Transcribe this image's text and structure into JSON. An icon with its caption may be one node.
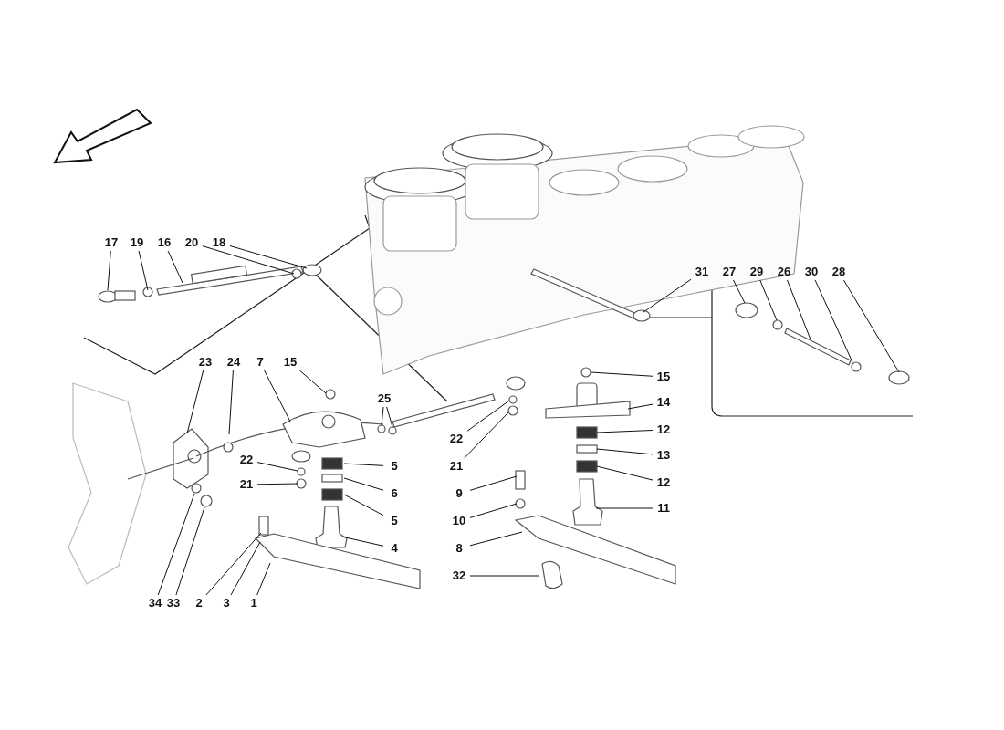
{
  "diagram": {
    "nodes": [
      {
        "text": [
          "17"
        ]
      },
      {
        "text": [
          "19"
        ]
      },
      {
        "text": [
          "16"
        ]
      },
      {
        "text": [
          "20"
        ]
      },
      {
        "text": [
          "18"
        ]
      },
      {
        "text": [
          "23"
        ]
      },
      {
        "text": [
          "24"
        ]
      },
      {
        "text": [
          "7"
        ]
      },
      {
        "text": [
          "15"
        ]
      },
      {
        "text": [
          "25"
        ]
      },
      {
        "text": [
          "22"
        ]
      },
      {
        "text": [
          "21"
        ]
      },
      {
        "text": [
          "5"
        ]
      },
      {
        "text": [
          "6"
        ]
      },
      {
        "text": [
          "5"
        ]
      },
      {
        "text": [
          "4"
        ]
      },
      {
        "text": [
          "34"
        ]
      },
      {
        "text": [
          "33"
        ]
      },
      {
        "text": [
          "2"
        ]
      },
      {
        "text": [
          "3"
        ]
      },
      {
        "text": [
          "1"
        ]
      },
      {
        "text": [
          "22"
        ]
      },
      {
        "text": [
          "21"
        ]
      },
      {
        "text": [
          "9"
        ]
      },
      {
        "text": [
          "10"
        ]
      },
      {
        "text": [
          "8"
        ]
      },
      {
        "text": [
          "32"
        ]
      },
      {
        "text": [
          "15"
        ]
      },
      {
        "text": [
          "14"
        ]
      },
      {
        "text": [
          "12"
        ]
      },
      {
        "text": [
          "13"
        ]
      },
      {
        "text": [
          "12"
        ]
      },
      {
        "text": [
          "11"
        ]
      },
      {
        "text": [
          "31"
        ]
      },
      {
        "text": [
          "27"
        ]
      },
      {
        "text": [
          "29"
        ]
      },
      {
        "text": [
          "26"
        ]
      },
      {
        "text": [
          "30"
        ]
      },
      {
        "text": [
          "28"
        ]
      }
    ],
    "edges": [
      {
        "from": 0,
        "to": null,
        "arrow": "none"
      },
      {
        "from": 1,
        "to": null,
        "arrow": "none"
      },
      {
        "from": 2,
        "to": null,
        "arrow": "none"
      },
      {
        "from": 3,
        "to": null,
        "arrow": "none"
      },
      {
        "from": 4,
        "to": null,
        "arrow": "none"
      },
      {
        "from": 5,
        "to": null,
        "arrow": "none"
      },
      {
        "from": 6,
        "to": null,
        "arrow": "none"
      },
      {
        "from": 7,
        "to": null,
        "arrow": "none"
      },
      {
        "from": 8,
        "to": null,
        "arrow": "none"
      },
      {
        "from": 9,
        "to": null,
        "arrow": "none"
      },
      {
        "from": 9,
        "to": null,
        "arrow": "none"
      },
      {
        "from": 10,
        "to": null,
        "arrow": "none"
      },
      {
        "from": 11,
        "to": null,
        "arrow": "none"
      },
      {
        "from": 12,
        "to": null,
        "arrow": "none"
      },
      {
        "from": 13,
        "to": null,
        "arrow": "none"
      },
      {
        "from": 14,
        "to": null,
        "arrow": "none"
      },
      {
        "from": 15,
        "to": null,
        "arrow": "none"
      },
      {
        "from": 16,
        "to": null,
        "arrow": "none"
      },
      {
        "from": 17,
        "to": null,
        "arrow": "none"
      },
      {
        "from": 18,
        "to": null,
        "arrow": "none"
      },
      {
        "from": 19,
        "to": null,
        "arrow": "none"
      },
      {
        "from": 20,
        "to": null,
        "arrow": "none"
      },
      {
        "from": 21,
        "to": null,
        "arrow": "none"
      },
      {
        "from": 22,
        "to": null,
        "arrow": "none"
      },
      {
        "from": 23,
        "to": null,
        "arrow": "none"
      },
      {
        "from": 24,
        "to": null,
        "arrow": "none"
      },
      {
        "from": 25,
        "to": null,
        "arrow": "none"
      },
      {
        "from": 26,
        "to": null,
        "arrow": "none"
      },
      {
        "from": 27,
        "to": null,
        "arrow": "none"
      },
      {
        "from": 28,
        "to": null,
        "arrow": "none"
      },
      {
        "from": 29,
        "to": null,
        "arrow": "none"
      },
      {
        "from": 30,
        "to": null,
        "arrow": "none"
      },
      {
        "from": 31,
        "to": null,
        "arrow": "none"
      },
      {
        "from": 32,
        "to": null,
        "arrow": "none"
      },
      {
        "from": 33,
        "to": null,
        "arrow": "none"
      },
      {
        "from": 34,
        "to": null,
        "arrow": "none"
      },
      {
        "from": 35,
        "to": null,
        "arrow": "none"
      },
      {
        "from": 36,
        "to": null,
        "arrow": "none"
      },
      {
        "from": 37,
        "to": null,
        "arrow": "none"
      },
      {
        "from": 38,
        "to": null,
        "arrow": "none"
      }
    ]
  }
}
